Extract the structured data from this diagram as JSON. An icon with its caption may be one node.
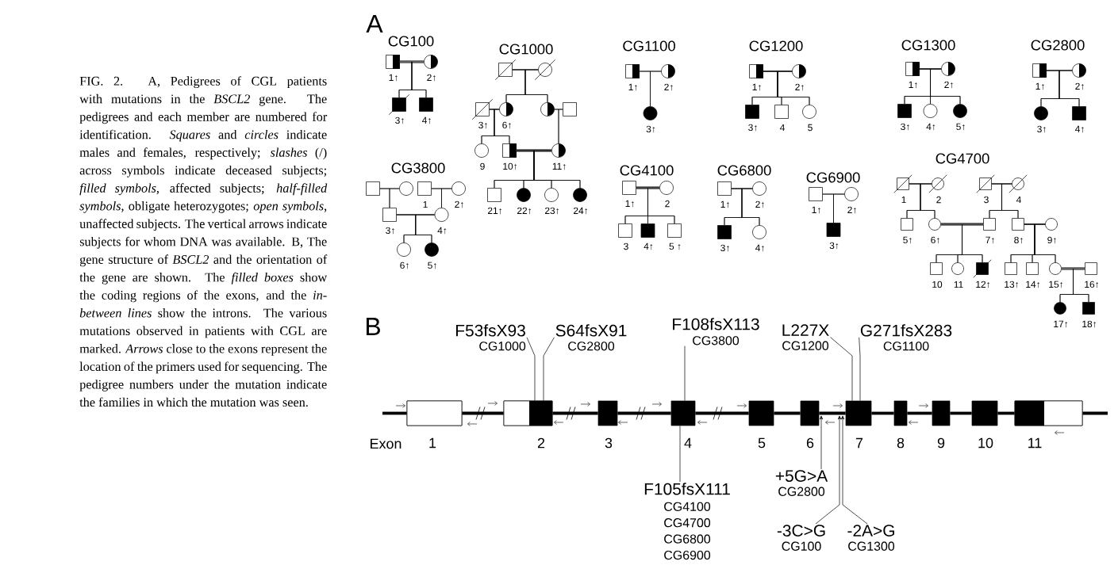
{
  "diagram": {
    "caption": "FIG. 2. A, Pedigrees of CGL patients with mutations in the *BSCL2* gene. The pedigrees and each member are numbered for identification. *Squares* and *circles* indicate males and females, respectively; *slashes* (/) across symbols indicate deceased subjects; *filled symbols*, affected subjects; *half-filled symbols*, obligate heterozygotes; *open symbols*, unaffected subjects. The vertical arrows indicate subjects for whom DNA was available. B, The gene structure of *BSCL2* and the orientation of the gene are shown. The *filled boxes* show the coding regions of the exons, and the *in-between lines* show the introns. The various mutations observed in patients with CGL are marked. *Arrows* close to the exons represent the location of the primers used for sequencing. The pedigree numbers under the mutation indicate the families in which the mutation was seen.",
    "nodes": [
      {
        "text": [],
        "shape": "box",
        "beside": [
          "1↑"
        ]
      },
      {
        "text": [],
        "shape": "circle",
        "beside": [
          "2↑"
        ]
      },
      {
        "text": [],
        "shape": "box",
        "beside": [
          "3↑"
        ]
      },
      {
        "text": [],
        "shape": "box",
        "beside": [
          "4↑"
        ]
      },
      {
        "text": [],
        "shape": "box"
      },
      {
        "text": [],
        "shape": "circle"
      },
      {
        "text": [],
        "shape": "box",
        "beside": [
          "3↑"
        ]
      },
      {
        "text": [],
        "shape": "circle",
        "beside": [
          "6↑"
        ]
      },
      {
        "text": [],
        "shape": "circle"
      },
      {
        "text": [],
        "shape": "box"
      },
      {
        "text": [],
        "shape": "circle",
        "beside": [
          "9"
        ]
      },
      {
        "text": [],
        "shape": "box",
        "beside": [
          "10↑"
        ]
      },
      {
        "text": [],
        "shape": "circle",
        "beside": [
          "11↑"
        ]
      },
      {
        "text": [],
        "shape": "box",
        "beside": [
          "21↑"
        ]
      },
      {
        "text": [],
        "shape": "circle",
        "beside": [
          "22↑"
        ]
      },
      {
        "text": [],
        "shape": "circle",
        "beside": [
          "23↑"
        ]
      },
      {
        "text": [],
        "shape": "circle",
        "beside": [
          "24↑"
        ]
      },
      {
        "text": [],
        "shape": "box",
        "beside": [
          "1↑"
        ]
      },
      {
        "text": [],
        "shape": "circle",
        "beside": [
          "2↑"
        ]
      },
      {
        "text": [],
        "shape": "circle",
        "beside": [
          "3↑"
        ]
      },
      {
        "text": [],
        "shape": "box",
        "beside": [
          "1↑"
        ]
      },
      {
        "text": [],
        "shape": "circle",
        "beside": [
          "2↑"
        ]
      },
      {
        "text": [],
        "shape": "box",
        "beside": [
          "3↑"
        ]
      },
      {
        "text": [],
        "shape": "box",
        "beside": [
          "4"
        ]
      },
      {
        "text": [],
        "shape": "circle",
        "beside": [
          "5"
        ]
      },
      {
        "text": [],
        "shape": "box",
        "beside": [
          "1↑"
        ]
      },
      {
        "text": [],
        "shape": "circle",
        "beside": [
          "2↑"
        ]
      },
      {
        "text": [],
        "shape": "box",
        "beside": [
          "3↑"
        ]
      },
      {
        "text": [],
        "shape": "circle",
        "beside": [
          "4↑"
        ]
      },
      {
        "text": [],
        "shape": "circle",
        "beside": [
          "5↑"
        ]
      },
      {
        "text": [],
        "shape": "box",
        "beside": [
          "1↑"
        ]
      },
      {
        "text": [],
        "shape": "circle",
        "beside": [
          "2↑"
        ]
      },
      {
        "text": [],
        "shape": "circle",
        "beside": [
          "3↑"
        ]
      },
      {
        "text": [],
        "shape": "box",
        "beside": [
          "4↑"
        ]
      },
      {
        "text": [],
        "shape": "box"
      },
      {
        "text": [],
        "shape": "circle"
      },
      {
        "text": [],
        "shape": "box",
        "beside": [
          "1"
        ]
      },
      {
        "text": [],
        "shape": "circle",
        "beside": [
          "2↑"
        ]
      },
      {
        "text": [],
        "shape": "box",
        "beside": [
          "3↑"
        ]
      },
      {
        "text": [],
        "shape": "circle",
        "beside": [
          "4↑"
        ]
      },
      {
        "text": [],
        "shape": "circle",
        "beside": [
          "6↑"
        ]
      },
      {
        "text": [],
        "shape": "circle",
        "beside": [
          "5↑"
        ]
      },
      {
        "text": [],
        "shape": "box",
        "beside": [
          "1↑"
        ]
      },
      {
        "text": [],
        "shape": "circle",
        "beside": [
          "2"
        ]
      },
      {
        "text": [],
        "shape": "box",
        "beside": [
          "3"
        ]
      },
      {
        "text": [],
        "shape": "box",
        "beside": [
          "4↑"
        ]
      },
      {
        "text": [],
        "shape": "box",
        "beside": [
          "5 ↑"
        ]
      },
      {
        "text": [],
        "shape": "box",
        "beside": [
          "1↑"
        ]
      },
      {
        "text": [],
        "shape": "circle",
        "beside": [
          "2↑"
        ]
      },
      {
        "text": [],
        "shape": "box",
        "beside": [
          "3↑"
        ]
      },
      {
        "text": [],
        "shape": "circle",
        "beside": [
          "4↑"
        ]
      },
      {
        "text": [],
        "shape": "box",
        "beside": [
          "1↑"
        ]
      },
      {
        "text": [],
        "shape": "circle",
        "beside": [
          "2↑"
        ]
      },
      {
        "text": [],
        "shape": "box",
        "beside": [
          "3↑"
        ]
      },
      {
        "text": [],
        "shape": "box",
        "beside": [
          "1"
        ]
      },
      {
        "text": [],
        "shape": "circle",
        "beside": [
          "2"
        ]
      },
      {
        "text": [],
        "shape": "box",
        "beside": [
          "3"
        ]
      },
      {
        "text": [],
        "shape": "circle",
        "beside": [
          "4"
        ]
      },
      {
        "text": [],
        "shape": "box",
        "beside": [
          "5↑"
        ]
      },
      {
        "text": [],
        "shape": "circle",
        "beside": [
          "6↑"
        ]
      },
      {
        "text": [],
        "shape": "box",
        "beside": [
          "7↑"
        ]
      },
      {
        "text": [],
        "shape": "box",
        "beside": [
          "8↑"
        ]
      },
      {
        "text": [],
        "shape": "circle",
        "beside": [
          "9↑"
        ]
      },
      {
        "text": [],
        "shape": "box",
        "beside": [
          "10"
        ]
      },
      {
        "text": [],
        "shape": "circle",
        "beside": [
          "11"
        ]
      },
      {
        "text": [],
        "shape": "box",
        "beside": [
          "12↑"
        ]
      },
      {
        "text": [],
        "shape": "box",
        "beside": [
          "13↑"
        ]
      },
      {
        "text": [],
        "shape": "box",
        "beside": [
          "14↑"
        ]
      },
      {
        "text": [],
        "shape": "circle",
        "beside": [
          "15↑"
        ]
      },
      {
        "text": [],
        "shape": "box",
        "beside": [
          "16↑"
        ]
      },
      {
        "text": [],
        "shape": "circle",
        "beside": [
          "17↑"
        ]
      },
      {
        "text": [],
        "shape": "box",
        "beside": [
          "18↑"
        ]
      },
      {
        "text": [],
        "shape": "box",
        "beside": [
          "1"
        ]
      },
      {
        "text": [],
        "shape": "box",
        "beside": [
          "2"
        ]
      },
      {
        "text": [],
        "shape": "box",
        "beside": [
          "3"
        ]
      },
      {
        "text": [],
        "shape": "box",
        "beside": [
          "4"
        ]
      },
      {
        "text": [],
        "shape": "box",
        "beside": [
          "5"
        ]
      },
      {
        "text": [],
        "shape": "box",
        "beside": [
          "6"
        ]
      },
      {
        "text": [],
        "shape": "box",
        "beside": [
          "7"
        ]
      },
      {
        "text": [],
        "shape": "box",
        "beside": [
          "8"
        ]
      },
      {
        "text": [],
        "shape": "box",
        "beside": [
          "9"
        ]
      },
      {
        "text": [],
        "shape": "box",
        "beside": [
          "10"
        ]
      },
      {
        "text": [],
        "shape": "box",
        "beside": [
          "11"
        ]
      },
      {
        "text": [
          "F53fsX93",
          "CG1000"
        ]
      },
      {
        "text": [
          "S64fsX91",
          "CG2800"
        ]
      },
      {
        "text": [
          "F108fsX113",
          "CG3800"
        ]
      },
      {
        "text": [
          "L227X",
          "CG1200"
        ]
      },
      {
        "text": [
          "G271fsX283",
          "CG1100"
        ]
      },
      {
        "text": [
          "F105fsX111",
          "CG4100",
          "CG4700",
          "CG6800",
          "CG6900"
        ]
      },
      {
        "text": [
          "+5G>A",
          "CG2800"
        ]
      },
      {
        "text": [
          "-3C>G",
          "CG100"
        ]
      },
      {
        "text": [
          "-2A>G",
          "CG1300"
        ]
      }
    ],
    "edges": [
      {
        "from": 0,
        "to": 1,
        "arrow": "none",
        "style": "thick"
      },
      {
        "from": 0,
        "to": 2,
        "arrow": "none"
      },
      {
        "from": 1,
        "to": 2,
        "arrow": "none"
      },
      {
        "from": 0,
        "to": 3,
        "arrow": "none"
      },
      {
        "from": 1,
        "to": 3,
        "arrow": "none"
      },
      {
        "from": 4,
        "to": 5,
        "arrow": "none"
      },
      {
        "from": 4,
        "to": 7,
        "arrow": "none"
      },
      {
        "from": 5,
        "to": 7,
        "arrow": "none"
      },
      {
        "from": 4,
        "to": 8,
        "arrow": "none"
      },
      {
        "from": 5,
        "to": 8,
        "arrow": "none"
      },
      {
        "from": 6,
        "to": 7,
        "arrow": "none"
      },
      {
        "from": 6,
        "to": 10,
        "arrow": "none"
      },
      {
        "from": 7,
        "to": 10,
        "arrow": "none"
      },
      {
        "from": 6,
        "to": 11,
        "arrow": "none"
      },
      {
        "from": 7,
        "to": 11,
        "arrow": "none"
      },
      {
        "from": 8,
        "to": 9,
        "arrow": "none"
      },
      {
        "from": 8,
        "to": 12,
        "arrow": "none"
      },
      {
        "from": 9,
        "to": 12,
        "arrow": "none"
      },
      {
        "from": 11,
        "to": 12,
        "arrow": "none",
        "style": "thick"
      },
      {
        "from": 11,
        "to": 13,
        "arrow": "none"
      },
      {
        "from": 12,
        "to": 13,
        "arrow": "none"
      },
      {
        "from": 11,
        "to": 14,
        "arrow": "none"
      },
      {
        "from": 12,
        "to": 14,
        "arrow": "none"
      },
      {
        "from": 11,
        "to": 15,
        "arrow": "none"
      },
      {
        "from": 12,
        "to": 15,
        "arrow": "none"
      },
      {
        "from": 11,
        "to": 16,
        "arrow": "none"
      },
      {
        "from": 12,
        "to": 16,
        "arrow": "none"
      },
      {
        "from": 17,
        "to": 18,
        "arrow": "none"
      },
      {
        "from": 17,
        "to": 19,
        "arrow": "none"
      },
      {
        "from": 18,
        "to": 19,
        "arrow": "none"
      },
      {
        "from": 20,
        "to": 21,
        "arrow": "none"
      },
      {
        "from": 20,
        "to": 22,
        "arrow": "none"
      },
      {
        "from": 21,
        "to": 22,
        "arrow": "none"
      },
      {
        "from": 20,
        "to": 23,
        "arrow": "none"
      },
      {
        "from": 21,
        "to": 23,
        "arrow": "none"
      },
      {
        "from": 20,
        "to": 24,
        "arrow": "none"
      },
      {
        "from": 21,
        "to": 24,
        "arrow": "none"
      },
      {
        "from": 25,
        "to": 26,
        "arrow": "none"
      },
      {
        "from": 25,
        "to": 27,
        "arrow": "none"
      },
      {
        "from": 26,
        "to": 27,
        "arrow": "none"
      },
      {
        "from": 25,
        "to": 28,
        "arrow": "none"
      },
      {
        "from": 26,
        "to": 28,
        "arrow": "none"
      },
      {
        "from": 25,
        "to": 29,
        "arrow": "none"
      },
      {
        "from": 26,
        "to": 29,
        "arrow": "none"
      },
      {
        "from": 30,
        "to": 31,
        "arrow": "none"
      },
      {
        "from": 30,
        "to": 32,
        "arrow": "none"
      },
      {
        "from": 31,
        "to": 32,
        "arrow": "none"
      },
      {
        "from": 30,
        "to": 33,
        "arrow": "none"
      },
      {
        "from": 31,
        "to": 33,
        "arrow": "none"
      },
      {
        "from": 34,
        "to": 35,
        "arrow": "none"
      },
      {
        "from": 34,
        "to": 38,
        "arrow": "none"
      },
      {
        "from": 35,
        "to": 38,
        "arrow": "none"
      },
      {
        "from": 36,
        "to": 37,
        "arrow": "none"
      },
      {
        "from": 36,
        "to": 39,
        "arrow": "none"
      },
      {
        "from": 37,
        "to": 39,
        "arrow": "none"
      },
      {
        "from": 38,
        "to": 39,
        "arrow": "none"
      },
      {
        "from": 38,
        "to": 40,
        "arrow": "none"
      },
      {
        "from": 39,
        "to": 40,
        "arrow": "none"
      },
      {
        "from": 38,
        "to": 41,
        "arrow": "none"
      },
      {
        "from": 39,
        "to": 41,
        "arrow": "none"
      },
      {
        "from": 42,
        "to": 43,
        "arrow": "none",
        "style": "thick"
      },
      {
        "from": 42,
        "to": 44,
        "arrow": "none"
      },
      {
        "from": 43,
        "to": 44,
        "arrow": "none"
      },
      {
        "from": 42,
        "to": 45,
        "arrow": "none"
      },
      {
        "from": 43,
        "to": 45,
        "arrow": "none"
      },
      {
        "from": 42,
        "to": 46,
        "arrow": "none"
      },
      {
        "from": 43,
        "to": 46,
        "arrow": "none"
      },
      {
        "from": 47,
        "to": 48,
        "arrow": "none"
      },
      {
        "from": 47,
        "to": 49,
        "arrow": "none"
      },
      {
        "from": 48,
        "to": 49,
        "arrow": "none"
      },
      {
        "from": 47,
        "to": 50,
        "arrow": "none"
      },
      {
        "from": 48,
        "to": 50,
        "arrow": "none"
      },
      {
        "from": 51,
        "to": 52,
        "arrow": "none"
      },
      {
        "from": 51,
        "to": 53,
        "arrow": "none"
      },
      {
        "from": 52,
        "to": 53,
        "arrow": "none"
      },
      {
        "from": 54,
        "to": 55,
        "arrow": "none"
      },
      {
        "from": 54,
        "to": 58,
        "arrow": "none"
      },
      {
        "from": 55,
        "to": 58,
        "arrow": "none"
      },
      {
        "from": 54,
        "to": 59,
        "arrow": "none"
      },
      {
        "from": 55,
        "to": 59,
        "arrow": "none"
      },
      {
        "from": 56,
        "to": 57,
        "arrow": "none"
      },
      {
        "from": 56,
        "to": 60,
        "arrow": "none"
      },
      {
        "from": 57,
        "to": 60,
        "arrow": "none"
      },
      {
        "from": 56,
        "to": 61,
        "arrow": "none"
      },
      {
        "from": 57,
        "to": 61,
        "arrow": "none"
      },
      {
        "from": 59,
        "to": 60,
        "arrow": "none",
        "style": "thick"
      },
      {
        "from": 59,
        "to": 63,
        "arrow": "none"
      },
      {
        "from": 60,
        "to": 63,
        "arrow": "none"
      },
      {
        "from": 59,
        "to": 64,
        "arrow": "none"
      },
      {
        "from": 60,
        "to": 64,
        "arrow": "none"
      },
      {
        "from": 59,
        "to": 65,
        "arrow": "none"
      },
      {
        "from": 60,
        "to": 65,
        "arrow": "none"
      },
      {
        "from": 61,
        "to": 62,
        "arrow": "none"
      },
      {
        "from": 61,
        "to": 66,
        "arrow": "none"
      },
      {
        "from": 62,
        "to": 66,
        "arrow": "none"
      },
      {
        "from": 61,
        "to": 67,
        "arrow": "none"
      },
      {
        "from": 62,
        "to": 67,
        "arrow": "none"
      },
      {
        "from": 61,
        "to": 68,
        "arrow": "none"
      },
      {
        "from": 62,
        "to": 68,
        "arrow": "none"
      },
      {
        "from": 68,
        "to": 69,
        "arrow": "none",
        "style": "thick"
      },
      {
        "from": 68,
        "to": 70,
        "arrow": "none"
      },
      {
        "from": 69,
        "to": 70,
        "arrow": "none"
      },
      {
        "from": 68,
        "to": 71,
        "arrow": "none"
      },
      {
        "from": 69,
        "to": 71,
        "arrow": "none"
      },
      {
        "from": 72,
        "to": 73,
        "arrow": "none",
        "style": "thick"
      },
      {
        "from": 73,
        "to": 74,
        "arrow": "none",
        "style": "thick"
      },
      {
        "from": 74,
        "to": 75,
        "arrow": "none",
        "style": "thick"
      },
      {
        "from": 75,
        "to": 76,
        "arrow": "none",
        "style": "thick"
      },
      {
        "from": 76,
        "to": 77,
        "arrow": "none",
        "style": "thick"
      },
      {
        "from": 77,
        "to": 78,
        "arrow": "none",
        "style": "thick"
      },
      {
        "from": 78,
        "to": 79,
        "arrow": "none",
        "style": "thick"
      },
      {
        "from": 79,
        "to": 80,
        "arrow": "none",
        "style": "thick"
      },
      {
        "from": 80,
        "to": 81,
        "arrow": "none",
        "style": "thick"
      },
      {
        "from": 81,
        "to": 82,
        "arrow": "none",
        "style": "thick"
      },
      {
        "from": 83,
        "to": 73,
        "arrow": "none"
      },
      {
        "from": 84,
        "to": 73,
        "arrow": "none"
      },
      {
        "from": 85,
        "to": 75,
        "arrow": "none"
      },
      {
        "from": 86,
        "to": 78,
        "arrow": "none"
      },
      {
        "from": 87,
        "to": 78,
        "arrow": "none"
      },
      {
        "from": 88,
        "to": 75,
        "arrow": "none"
      },
      {
        "from": 89,
        "to": 77,
        "arrow": "to"
      },
      {
        "from": 90,
        "to": 78,
        "arrow": "to"
      },
      {
        "from": 91,
        "to": 78,
        "arrow": "to"
      }
    ],
    "labels": [
      "A",
      "CG100",
      "CG1000",
      "CG1100",
      "CG1200",
      "CG1300",
      "CG2800",
      "CG3800",
      "CG4100",
      "CG6800",
      "CG6900",
      "CG4700",
      "B",
      "Exon"
    ]
  }
}
